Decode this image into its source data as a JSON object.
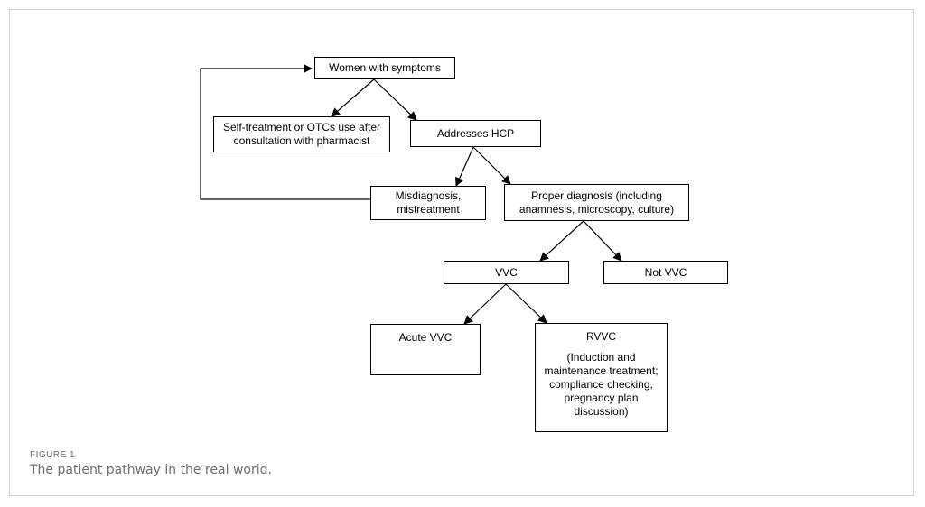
{
  "figure": {
    "label": "FIGURE 1",
    "caption": "The patient pathway in the real world."
  },
  "nodes": {
    "women": [
      "Women with symptoms"
    ],
    "self_treatment": [
      "Self-treatment or OTCs use after",
      "consultation with pharmacist"
    ],
    "addresses_hcp": [
      "Addresses HCP"
    ],
    "misdiagnosis": [
      "Misdiagnosis,",
      "mistreatment"
    ],
    "proper_diagnosis": [
      "Proper diagnosis (including",
      "anamnesis, microscopy, culture)"
    ],
    "vvc": [
      "VVC"
    ],
    "not_vvc": [
      "Not VVC"
    ],
    "acute_vvc": [
      "Acute VVC"
    ],
    "rvvc_title": [
      "RVVC"
    ],
    "rvvc_detail": [
      "(Induction and",
      "maintenance treatment;",
      "compliance checking,",
      "pregnancy plan",
      "discussion)"
    ]
  }
}
